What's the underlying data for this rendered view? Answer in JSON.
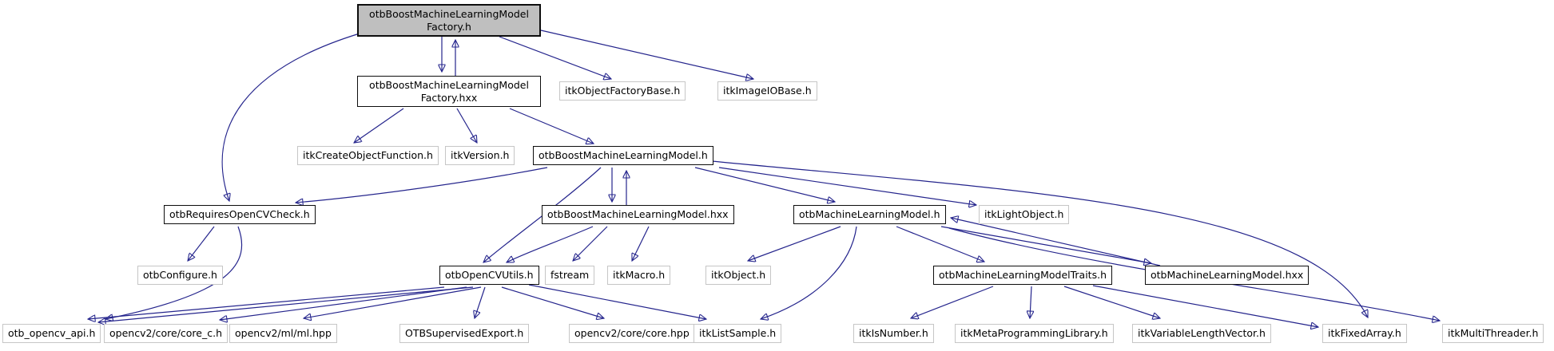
{
  "graph": {
    "kind": "doxygen-include-dependency-graph",
    "root_file": "otbBoostMachineLearningModelFactory.h",
    "colors": {
      "background": "#ffffff",
      "edge": "#24248c",
      "node_fill": "#ffffff",
      "root_fill": "#bfbfbf",
      "strong_border": "#0d0d0d",
      "light_border": "#c6c6c6",
      "text": "#000000"
    },
    "nodes": [
      {
        "id": "factory-h",
        "label": "otbBoostMachineLearningModelFactory.h",
        "line1": "otbBoostMachineLearningModel",
        "line2": "Factory.h",
        "kind": "root"
      },
      {
        "id": "factory-hxx",
        "label": "otbBoostMachineLearningModelFactory.hxx",
        "line1": "otbBoostMachineLearningModel",
        "line2": "Factory.hxx",
        "kind": "internal"
      },
      {
        "id": "itkObjectFactoryBase-h",
        "label": "itkObjectFactoryBase.h",
        "kind": "external"
      },
      {
        "id": "itkImageIOBase-h",
        "label": "itkImageIOBase.h",
        "kind": "external"
      },
      {
        "id": "itkCreateObjectFunction-h",
        "label": "itkCreateObjectFunction.h",
        "kind": "external"
      },
      {
        "id": "itkVersion-h",
        "label": "itkVersion.h",
        "kind": "external"
      },
      {
        "id": "otbBoostMachineLearningModel-h",
        "label": "otbBoostMachineLearningModel.h",
        "kind": "internal"
      },
      {
        "id": "otbRequiresOpenCVCheck-h",
        "label": "otbRequiresOpenCVCheck.h",
        "kind": "internal"
      },
      {
        "id": "otbBoostMachineLearningModel-hxx",
        "label": "otbBoostMachineLearningModel.hxx",
        "kind": "internal"
      },
      {
        "id": "otbMachineLearningModel-h",
        "label": "otbMachineLearningModel.h",
        "kind": "internal"
      },
      {
        "id": "itkLightObject-h",
        "label": "itkLightObject.h",
        "kind": "external"
      },
      {
        "id": "otbConfigure-h",
        "label": "otbConfigure.h",
        "kind": "external"
      },
      {
        "id": "otbOpenCVUtils-h",
        "label": "otbOpenCVUtils.h",
        "kind": "internal"
      },
      {
        "id": "fstream",
        "label": "fstream",
        "kind": "external"
      },
      {
        "id": "itkMacro-h",
        "label": "itkMacro.h",
        "kind": "external"
      },
      {
        "id": "itkObject-h",
        "label": "itkObject.h",
        "kind": "external"
      },
      {
        "id": "otbMachineLearningModelTraits-h",
        "label": "otbMachineLearningModelTraits.h",
        "kind": "internal"
      },
      {
        "id": "otbMachineLearningModel-hxx",
        "label": "otbMachineLearningModel.hxx",
        "kind": "internal"
      },
      {
        "id": "otb_opencv_api-h",
        "label": "otb_opencv_api.h",
        "kind": "external"
      },
      {
        "id": "opencv2-core-core_c-h",
        "label": "opencv2/core/core_c.h",
        "kind": "external"
      },
      {
        "id": "opencv2-ml-ml-hpp",
        "label": "opencv2/ml/ml.hpp",
        "kind": "external"
      },
      {
        "id": "OTBSupervisedExport-h",
        "label": "OTBSupervisedExport.h",
        "kind": "external"
      },
      {
        "id": "opencv2-core-core-hpp",
        "label": "opencv2/core/core.hpp",
        "kind": "external"
      },
      {
        "id": "itkListSample-h",
        "label": "itkListSample.h",
        "kind": "external"
      },
      {
        "id": "itkIsNumber-h",
        "label": "itkIsNumber.h",
        "kind": "external"
      },
      {
        "id": "itkMetaProgrammingLibrary-h",
        "label": "itkMetaProgrammingLibrary.h",
        "kind": "external"
      },
      {
        "id": "itkVariableLengthVector-h",
        "label": "itkVariableLengthVector.h",
        "kind": "external"
      },
      {
        "id": "itkFixedArray-h",
        "label": "itkFixedArray.h",
        "kind": "external"
      },
      {
        "id": "itkMultiThreader-h",
        "label": "itkMultiThreader.h",
        "kind": "external"
      }
    ],
    "edges": [
      {
        "from": "otbBoostMachineLearningModelFactory.h",
        "to": "otbBoostMachineLearningModelFactory.hxx"
      },
      {
        "from": "otbBoostMachineLearningModelFactory.hxx",
        "to": "otbBoostMachineLearningModelFactory.h"
      },
      {
        "from": "otbBoostMachineLearningModelFactory.h",
        "to": "itkObjectFactoryBase.h"
      },
      {
        "from": "otbBoostMachineLearningModelFactory.h",
        "to": "itkImageIOBase.h"
      },
      {
        "from": "otbBoostMachineLearningModelFactory.h",
        "to": "otbRequiresOpenCVCheck.h"
      },
      {
        "from": "otbBoostMachineLearningModelFactory.hxx",
        "to": "itkCreateObjectFunction.h"
      },
      {
        "from": "otbBoostMachineLearningModelFactory.hxx",
        "to": "itkVersion.h"
      },
      {
        "from": "otbBoostMachineLearningModelFactory.hxx",
        "to": "otbBoostMachineLearningModel.h"
      },
      {
        "from": "otbBoostMachineLearningModel.h",
        "to": "otbRequiresOpenCVCheck.h"
      },
      {
        "from": "otbBoostMachineLearningModel.h",
        "to": "otbBoostMachineLearningModel.hxx"
      },
      {
        "from": "otbBoostMachineLearningModel.hxx",
        "to": "otbBoostMachineLearningModel.h"
      },
      {
        "from": "otbBoostMachineLearningModel.h",
        "to": "otbMachineLearningModel.h"
      },
      {
        "from": "otbBoostMachineLearningModel.h",
        "to": "itkLightObject.h"
      },
      {
        "from": "otbBoostMachineLearningModel.h",
        "to": "otbOpenCVUtils.h"
      },
      {
        "from": "otbBoostMachineLearningModel.h",
        "to": "itkFixedArray.h"
      },
      {
        "from": "otbRequiresOpenCVCheck.h",
        "to": "otbConfigure.h"
      },
      {
        "from": "otbRequiresOpenCVCheck.h",
        "to": "otb_opencv_api.h"
      },
      {
        "from": "otbBoostMachineLearningModel.hxx",
        "to": "otbOpenCVUtils.h"
      },
      {
        "from": "otbBoostMachineLearningModel.hxx",
        "to": "fstream"
      },
      {
        "from": "otbBoostMachineLearningModel.hxx",
        "to": "itkMacro.h"
      },
      {
        "from": "otbMachineLearningModel.h",
        "to": "itkObject.h"
      },
      {
        "from": "otbMachineLearningModel.h",
        "to": "itkListSample.h"
      },
      {
        "from": "otbMachineLearningModel.h",
        "to": "otbMachineLearningModelTraits.h"
      },
      {
        "from": "otbMachineLearningModel.h",
        "to": "otbMachineLearningModel.hxx"
      },
      {
        "from": "otbMachineLearningModel.hxx",
        "to": "otbMachineLearningModel.h"
      },
      {
        "from": "otbMachineLearningModel.h",
        "to": "itkMultiThreader.h"
      },
      {
        "from": "otbMachineLearningModelTraits.h",
        "to": "itkIsNumber.h"
      },
      {
        "from": "otbMachineLearningModelTraits.h",
        "to": "itkMetaProgrammingLibrary.h"
      },
      {
        "from": "otbMachineLearningModelTraits.h",
        "to": "itkVariableLengthVector.h"
      },
      {
        "from": "otbMachineLearningModelTraits.h",
        "to": "itkFixedArray.h"
      },
      {
        "from": "otbOpenCVUtils.h",
        "to": "otb_opencv_api.h"
      },
      {
        "from": "otbOpenCVUtils.h",
        "to": "opencv2/core/core_c.h"
      },
      {
        "from": "otbOpenCVUtils.h",
        "to": "opencv2/ml/ml.hpp"
      },
      {
        "from": "otbOpenCVUtils.h",
        "to": "OTBSupervisedExport.h"
      },
      {
        "from": "otbOpenCVUtils.h",
        "to": "opencv2/core/core.hpp"
      },
      {
        "from": "otbOpenCVUtils.h",
        "to": "itkListSample.h"
      }
    ]
  }
}
